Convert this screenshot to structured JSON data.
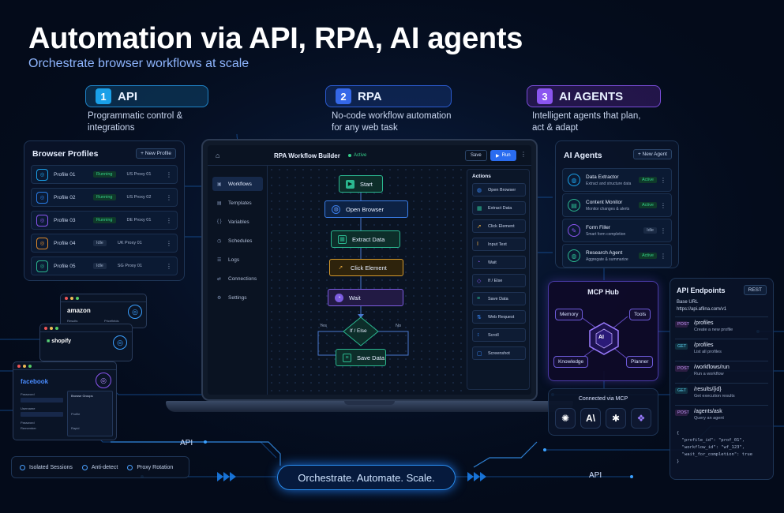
{
  "header": {
    "title": "Automation via API, RPA, AI agents",
    "subtitle": "Orchestrate browser workflows at scale"
  },
  "pillars": [
    {
      "num": "1",
      "label": "API",
      "desc1": "Programmatic control &",
      "desc2": "integrations"
    },
    {
      "num": "2",
      "label": "RPA",
      "desc1": "No-code workflow automation",
      "desc2": "for any web task"
    },
    {
      "num": "3",
      "label": "AI AGENTS",
      "desc1": "Intelligent agents that plan,",
      "desc2": "act & adapt"
    }
  ],
  "profiles": {
    "title": "Browser Profiles",
    "new_button": "+ New Profile",
    "items": [
      {
        "name": "Profile 01",
        "status": "Running",
        "proxy": "US Proxy 01",
        "color": "#1aa0e8"
      },
      {
        "name": "Profile 02",
        "status": "Running",
        "proxy": "US Proxy 02",
        "color": "#2a7de8"
      },
      {
        "name": "Profile 03",
        "status": "Running",
        "proxy": "DE Proxy 01",
        "color": "#8b55f0"
      },
      {
        "name": "Profile 04",
        "status": "Idle",
        "proxy": "UK Proxy 01",
        "color": "#e08a2a"
      },
      {
        "name": "Profile 05",
        "status": "Idle",
        "proxy": "SG Proxy 01",
        "color": "#2bb890"
      }
    ]
  },
  "minis": [
    {
      "brand": "amazon",
      "tab1": "Results",
      "tab2": "Pricefields"
    },
    {
      "brand": "shopify"
    },
    {
      "brand": "facebook",
      "left1": "Password",
      "right1": "Browse Groups",
      "left2": "Username",
      "left3": "Password",
      "left4": "Remember",
      "right2": "Profile",
      "right3": "Rapid"
    }
  ],
  "legend": {
    "items": [
      "Isolated Sessions",
      "Anti-detect",
      "Proxy Rotation"
    ]
  },
  "builder": {
    "title": "RPA Workflow Builder",
    "status": "Active",
    "save": "Save",
    "run": "Run",
    "nav": [
      "Workflows",
      "Templates",
      "Variables",
      "Schedules",
      "Logs",
      "Connections",
      "Settings"
    ],
    "flow": {
      "start": "Start",
      "open_browser": "Open Browser",
      "extract": "Extract Data",
      "click": "Click Element",
      "wait": "Wait",
      "ifelse": "If / Else",
      "yes": "Yes",
      "no": "No",
      "save": "Save Data"
    },
    "actions_title": "Actions",
    "actions": [
      "Open Browser",
      "Extract Data",
      "Click Element",
      "Input Text",
      "Wait",
      "If / Else",
      "Save Data",
      "Web Request",
      "Scroll",
      "Screenshot"
    ]
  },
  "agents": {
    "title": "AI Agents",
    "new_button": "+ New Agent",
    "items": [
      {
        "name": "Data Extractor",
        "desc": "Extract and structure data",
        "status": "Active",
        "color": "#1aa0e8"
      },
      {
        "name": "Content Monitor",
        "desc": "Monitor changes & alerts",
        "status": "Active",
        "color": "#2bb890"
      },
      {
        "name": "Form Filler",
        "desc": "Smart form completion",
        "status": "Idle",
        "color": "#8b55f0"
      },
      {
        "name": "Research Agent",
        "desc": "Aggregate & summarize",
        "status": "Active",
        "color": "#2bb890"
      }
    ]
  },
  "mcp": {
    "title": "MCP Hub",
    "center": "AI",
    "nodes": [
      "Memory",
      "Tools",
      "Knowledge",
      "Planner"
    ],
    "connected": "Connected via MCP",
    "logos": [
      "A\\"
    ]
  },
  "endpoints": {
    "title": "API Endpoints",
    "badge": "REST",
    "base_label": "Base URL",
    "base_url": "https://api.aflina.com/v1",
    "items": [
      {
        "method": "POST",
        "path": "/profiles",
        "desc": "Create a new profile"
      },
      {
        "method": "GET",
        "path": "/profiles",
        "desc": "List all profiles"
      },
      {
        "method": "POST",
        "path": "/workflows/run",
        "desc": "Run a workflow"
      },
      {
        "method": "GET",
        "path": "/results/{id}",
        "desc": "Get execution results"
      },
      {
        "method": "POST",
        "path": "/agents/ask",
        "desc": "Query an agent"
      }
    ],
    "code": "{\n  \"profile_id\": \"prof_01\",\n  \"workflow_id\": \"wf_123\",\n  \"wait_for_completion\": true\n}"
  },
  "footer": {
    "tagline": "Orchestrate. Automate. Scale.",
    "api_left": "API",
    "api_right": "API"
  }
}
